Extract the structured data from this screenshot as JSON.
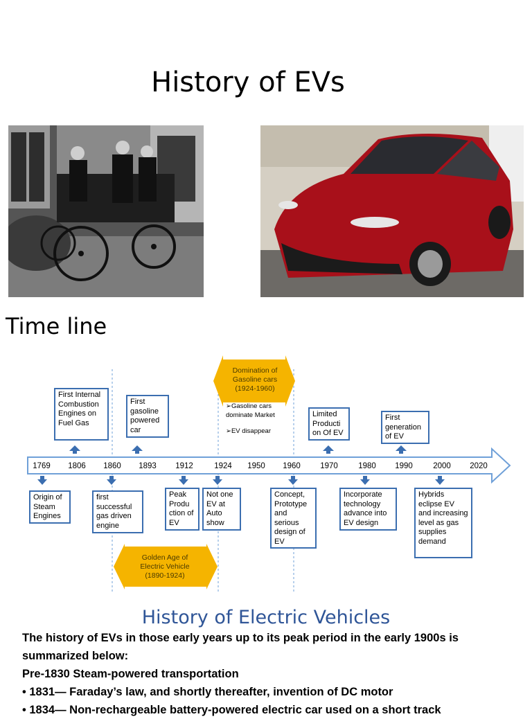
{
  "title": "History of EVs",
  "images": {
    "old_photo": "Early electric vehicle photograph",
    "new_photo": "Red modern electric car"
  },
  "timeline_heading": "Time line",
  "timeline": {
    "years": [
      "1769",
      "1806",
      "1860",
      "1893",
      "1912",
      "1924",
      "1950",
      "1960",
      "1970",
      "1980",
      "1990",
      "2000",
      "2020"
    ],
    "top_events": [
      "First Internal Combustion Engines on Fuel Gas",
      "First gasoline powered car",
      "Limited Producti on Of EV",
      "First generation of EV"
    ],
    "bottom_events": [
      "Origin of Steam Engines",
      "first successful gas driven engine",
      "Peak Produ ction of EV",
      "Not one EV at Auto show",
      "Concept, Prototype and serious design of EV",
      "Incorporate technology advance into EV design",
      "Hybrids eclipse EV and increasing level as gas supplies demand"
    ],
    "domination": "Domination of Gasoline cars (1924-1960)",
    "notes": [
      "Gasoline cars dominate Market",
      "EV disappear"
    ],
    "golden_age": "Golden Age of Electric Vehicle (1890-1924)",
    "colors": {
      "box_border": "#3b6eb0",
      "axis": "#6fa0d8",
      "gold": "#f5b400"
    }
  },
  "section_title": "History of Electric Vehicles",
  "paragraphs": [
    "The history of EVs in those early years up to its peak period in the early 1900s is",
    "summarized below:",
    "Pre-1830 Steam-powered transportation",
    "• 1831— Faraday’s law, and shortly thereafter, invention of DC motor",
    "• 1834— Non-rechargeable battery-powered electric car used on a short track"
  ]
}
